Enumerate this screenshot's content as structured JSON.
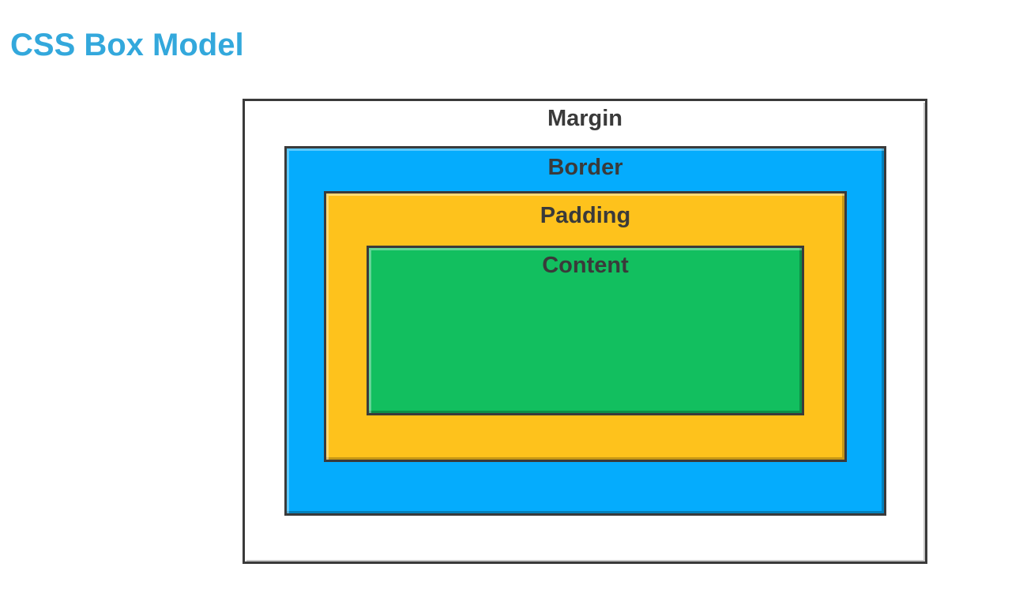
{
  "page": {
    "title": "CSS Box Model"
  },
  "diagram": {
    "margin": {
      "label": "Margin",
      "color": "#ffffff"
    },
    "border": {
      "label": "Border",
      "color": "#05acfd"
    },
    "padding": {
      "label": "Padding",
      "color": "#fec21c"
    },
    "content": {
      "label": "Content",
      "color": "#12bf5f"
    },
    "outline_color": "#3a3a3a",
    "title_color": "#33a8dc"
  }
}
